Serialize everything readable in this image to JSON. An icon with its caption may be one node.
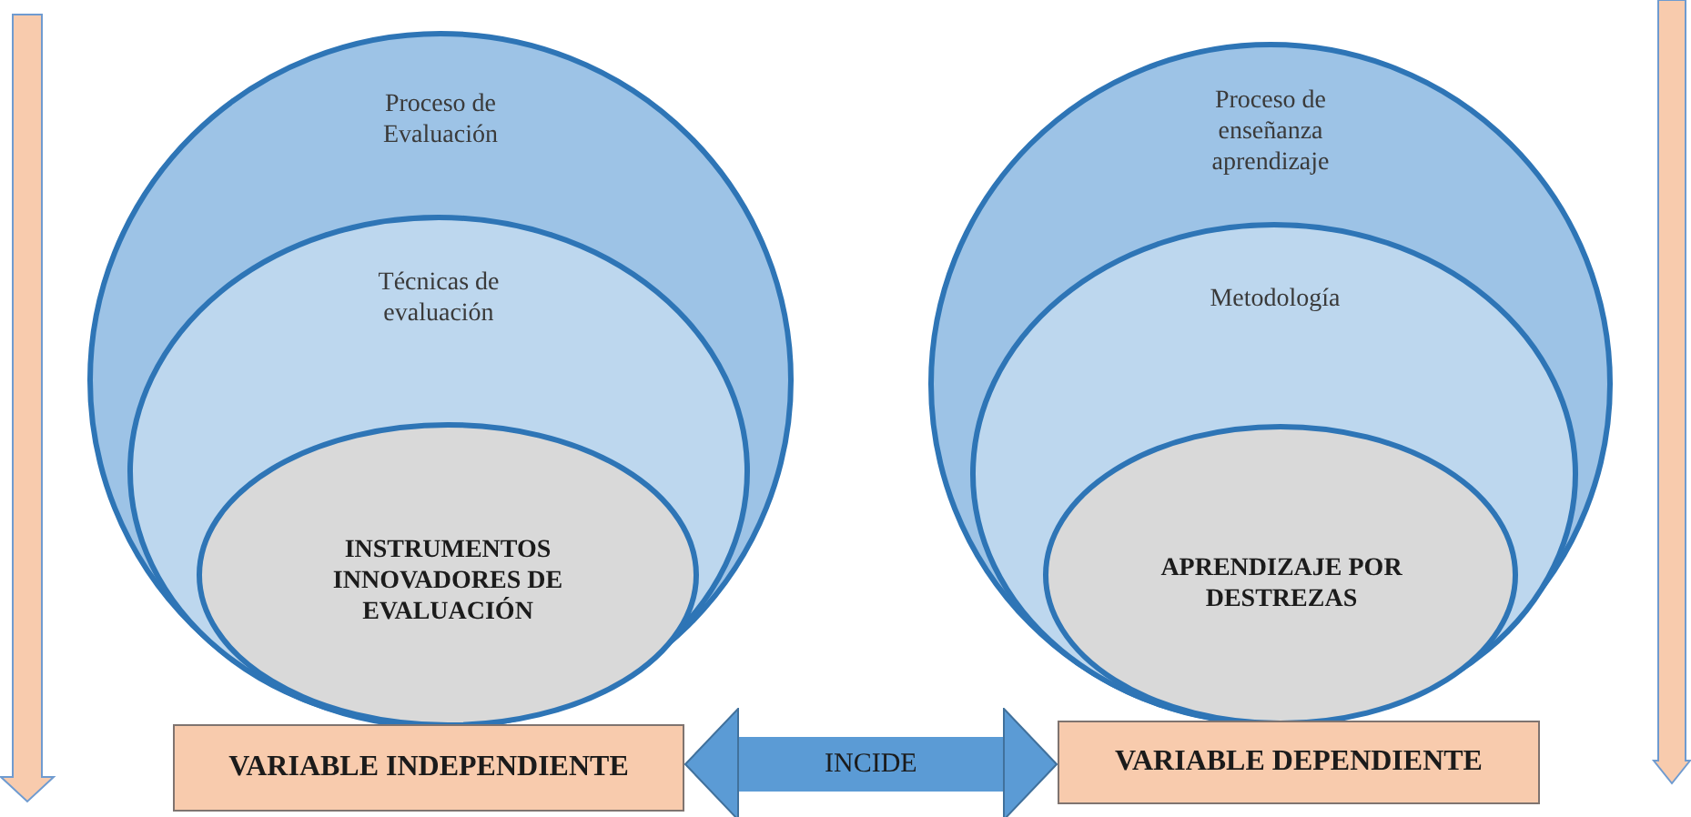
{
  "diagram": {
    "nodes": [
      {
        "text": [
          "Proceso de Evaluación"
        ]
      },
      {
        "text": [
          "Técnicas de evaluación"
        ],
        "in": 0
      },
      {
        "text": [
          "INSTRUMENTOS INNOVADORES DE EVALUACIÓN"
        ],
        "in": 1
      },
      {
        "text": [
          "VARIABLE INDEPENDIENTE"
        ]
      },
      {
        "text": [
          "Proceso de enseñanza aprendizaje"
        ]
      },
      {
        "text": [
          "Metodología"
        ],
        "in": 4
      },
      {
        "text": [
          "APRENDIZAJE POR DESTREZAS"
        ],
        "in": 5
      },
      {
        "text": [
          "VARIABLE DEPENDIENTE"
        ]
      }
    ],
    "edges": [
      {
        "from": 3,
        "to": 7,
        "arrow": "both",
        "label": "INCIDE"
      }
    ]
  }
}
